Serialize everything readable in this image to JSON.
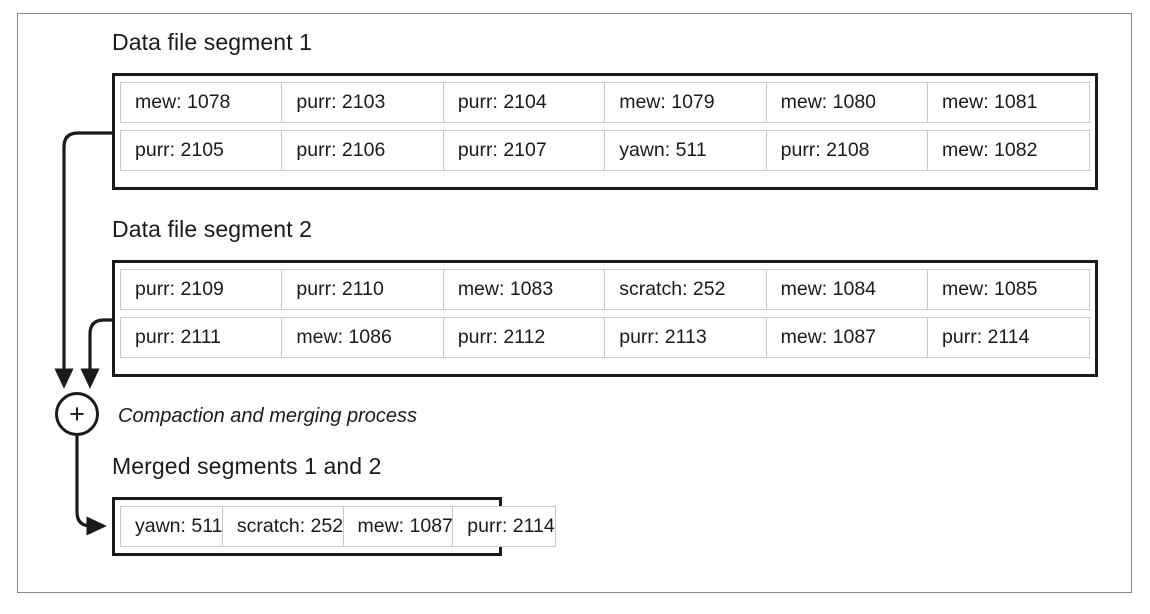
{
  "figure": {
    "merge_node_symbol": "+",
    "process_label": "Compaction and merging process"
  },
  "segments": [
    {
      "caption": "Data file segment 1",
      "rows": [
        [
          "mew: 1078",
          "purr: 2103",
          "purr: 2104",
          "mew: 1079",
          "mew: 1080",
          "mew: 1081"
        ],
        [
          "purr: 2105",
          "purr: 2106",
          "purr: 2107",
          "yawn: 511",
          "purr: 2108",
          "mew: 1082"
        ]
      ]
    },
    {
      "caption": "Data file segment 2",
      "rows": [
        [
          "purr: 2109",
          "purr: 2110",
          "mew: 1083",
          "scratch: 252",
          "mew: 1084",
          "mew: 1085"
        ],
        [
          "purr: 2111",
          "mew: 1086",
          "purr: 2112",
          "purr: 2113",
          "mew: 1087",
          "purr: 2114"
        ]
      ]
    }
  ],
  "merged": {
    "caption": "Merged segments 1 and 2",
    "rows": [
      [
        "yawn: 511",
        "scratch: 252",
        "mew: 1087",
        "purr: 2114"
      ]
    ]
  },
  "colors": {
    "box_border": "#1a1a1a",
    "cell_border": "#c9c9c9",
    "frame_border": "#8a8a8e",
    "text": "#1a1a1a",
    "background": "#ffffff"
  }
}
